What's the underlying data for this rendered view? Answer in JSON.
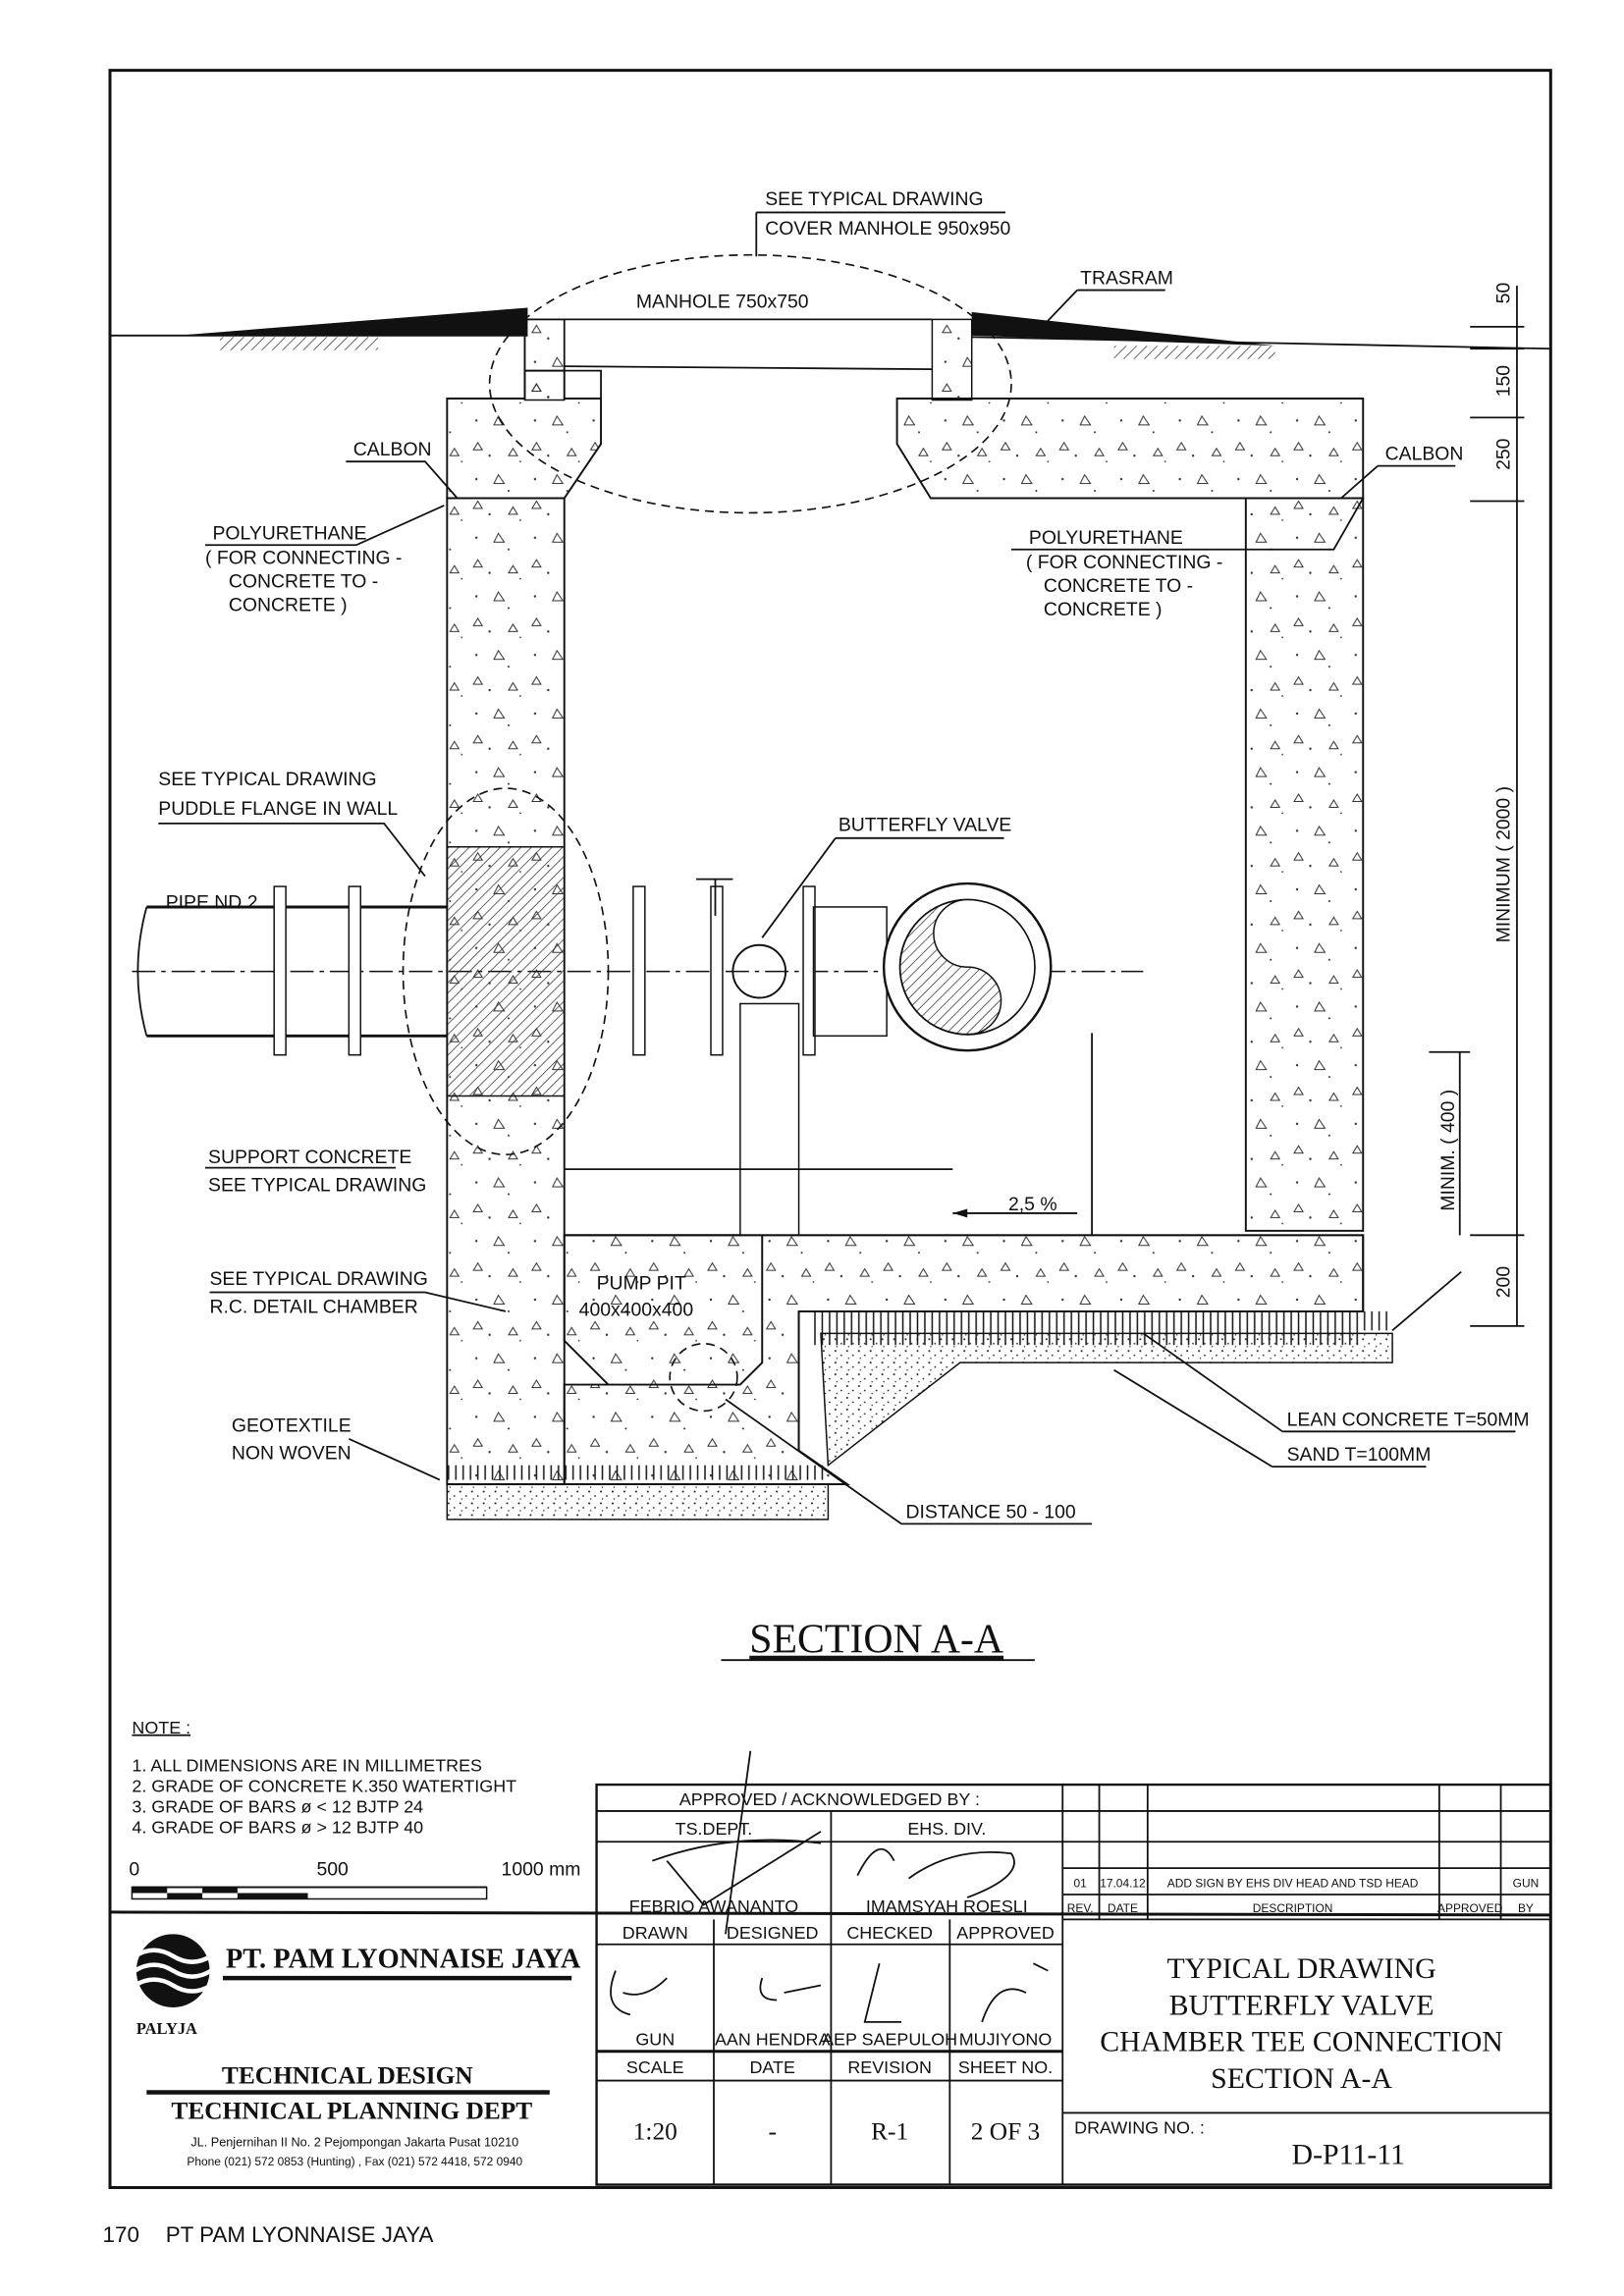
{
  "labels": {
    "cover_ref_1": "SEE TYPICAL DRAWING",
    "cover_ref_2": "COVER MANHOLE 950x950",
    "manhole": "MANHOLE 750x750",
    "trasram": "TRASRAM",
    "calbon_left": "CALBON",
    "calbon_right": "CALBON",
    "poly_left": [
      "POLYURETHANE",
      "( FOR CONNECTING -",
      "CONCRETE TO -",
      "CONCRETE )"
    ],
    "poly_right": [
      "POLYURETHANE",
      "( FOR CONNECTING -",
      "CONCRETE TO -",
      "CONCRETE )"
    ],
    "puddle_1": "SEE TYPICAL DRAWING",
    "puddle_2": "PUDDLE FLANGE IN WALL",
    "butterfly": "BUTTERFLY VALVE",
    "pipe": "PIPE ND 2",
    "support_1": "SUPPORT CONCRETE",
    "support_2": "SEE TYPICAL DRAWING",
    "slope": "2,5 %",
    "rc_1": "SEE TYPICAL DRAWING",
    "rc_2": "R.C. DETAIL CHAMBER",
    "pump_1": "PUMP PIT",
    "pump_2": "400x400x400",
    "geo_1": "GEOTEXTILE",
    "geo_2": "NON WOVEN",
    "lean": "LEAN CONCRETE T=50MM",
    "sand": "SAND T=100MM",
    "distance": "DISTANCE 50 - 100"
  },
  "dimensions": {
    "d50": "50",
    "d150": "150",
    "d250": "250",
    "min2000": "MINIMUM ( 2000 )",
    "min400": "MINIM. ( 400 )",
    "d200": "200"
  },
  "section_title": "SECTION A-A",
  "notes": {
    "heading": "NOTE :",
    "items": [
      "1.  ALL DIMENSIONS ARE IN MILLIMETRES",
      "2.  GRADE OF CONCRETE K.350 WATERTIGHT",
      "3.  GRADE OF BARS  ø < 12 BJTP 24",
      "4.  GRADE OF BARS  ø > 12 BJTP 40"
    ]
  },
  "scale_bar": {
    "start": "0",
    "mid": "500",
    "end": "1000 mm"
  },
  "approval": {
    "heading": "APPROVED / ACKNOWLEDGED BY :",
    "col1": "TS.DEPT.",
    "col2": "EHS. DIV.",
    "name1": "FEBRIO AWANANTO",
    "name2": "IMAMSYAH ROESLI"
  },
  "revision": {
    "row": {
      "rev": "01",
      "date": "17.04.12",
      "description": "ADD SIGN BY EHS DIV HEAD AND TSD HEAD",
      "approved": "",
      "by": "GUN"
    },
    "headers": {
      "rev": "REV.",
      "date": "DATE",
      "description": "DESCRIPTION",
      "approved": "APPROVED",
      "by": "BY"
    }
  },
  "signoff": {
    "headers": [
      "DRAWN",
      "DESIGNED",
      "CHECKED",
      "APPROVED"
    ],
    "names": [
      "GUN",
      "AAN HENDRA",
      "AEP SAEPULOH",
      "MUJIYONO"
    ],
    "info_headers": [
      "SCALE",
      "DATE",
      "REVISION",
      "SHEET NO."
    ],
    "info_values": [
      "1:20",
      "-",
      "R-1",
      "2 OF 3"
    ]
  },
  "company": {
    "name": "PT. PAM LYONNAISE JAYA",
    "logo_text": "PALYJA",
    "dept1": "TECHNICAL DESIGN",
    "dept2": "TECHNICAL PLANNING DEPT",
    "address": "JL. Penjernihan II No. 2 Pejompongan Jakarta Pusat 10210",
    "phone": "Phone (021) 572 0853 (Hunting) , Fax (021) 572 4418, 572 0940"
  },
  "drawing_title": [
    "TYPICAL DRAWING",
    "BUTTERFLY VALVE",
    "CHAMBER TEE CONNECTION",
    "SECTION A-A"
  ],
  "drawing_no_label": "DRAWING NO. :",
  "drawing_no": "D-P11-11",
  "footer": {
    "page": "170",
    "publisher": "PT PAM LYONNAISE JAYA"
  }
}
